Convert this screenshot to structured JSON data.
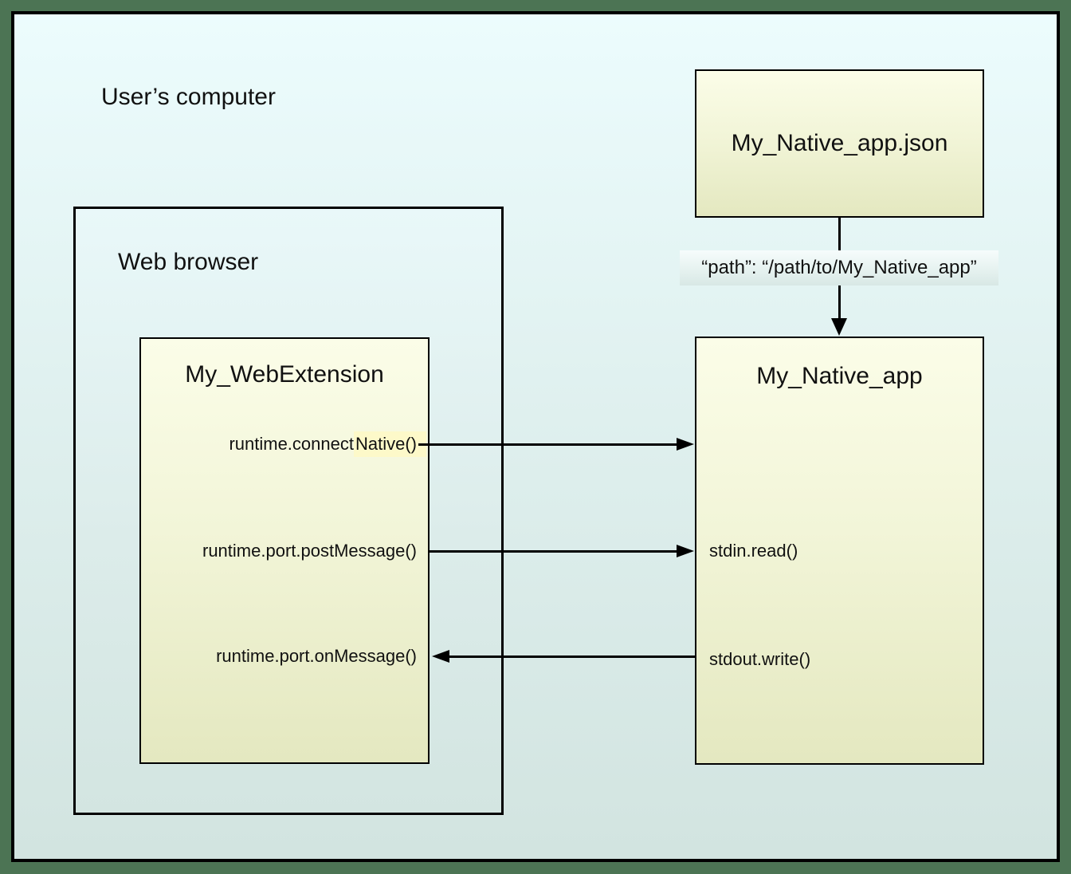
{
  "computer": {
    "label": "User’s computer"
  },
  "browser": {
    "label": "Web browser"
  },
  "webextension": {
    "title": "My_WebExtension",
    "methods": {
      "connect_prefix": "runtime.connect",
      "connect_highlight": "Native()",
      "post_message": "runtime.port.postMessage()",
      "on_message": "runtime.port.onMessage()"
    }
  },
  "native_json": {
    "title": "My_Native_app.json",
    "path_label": "“path”: “/path/to/My_Native_app”"
  },
  "native_app": {
    "title": "My_Native_app",
    "methods": {
      "stdin": "stdin.read()",
      "stdout": "stdout.write()"
    }
  },
  "colors": {
    "frame_green": "#4c7454",
    "box_yellow_top": "#fbfde8",
    "box_yellow_bottom": "#e4e8c0",
    "background_top": "#ecfcfd",
    "background_bottom": "#d2e4e0",
    "highlight_yellow": "#fdf9c9",
    "line_black": "#000000"
  }
}
